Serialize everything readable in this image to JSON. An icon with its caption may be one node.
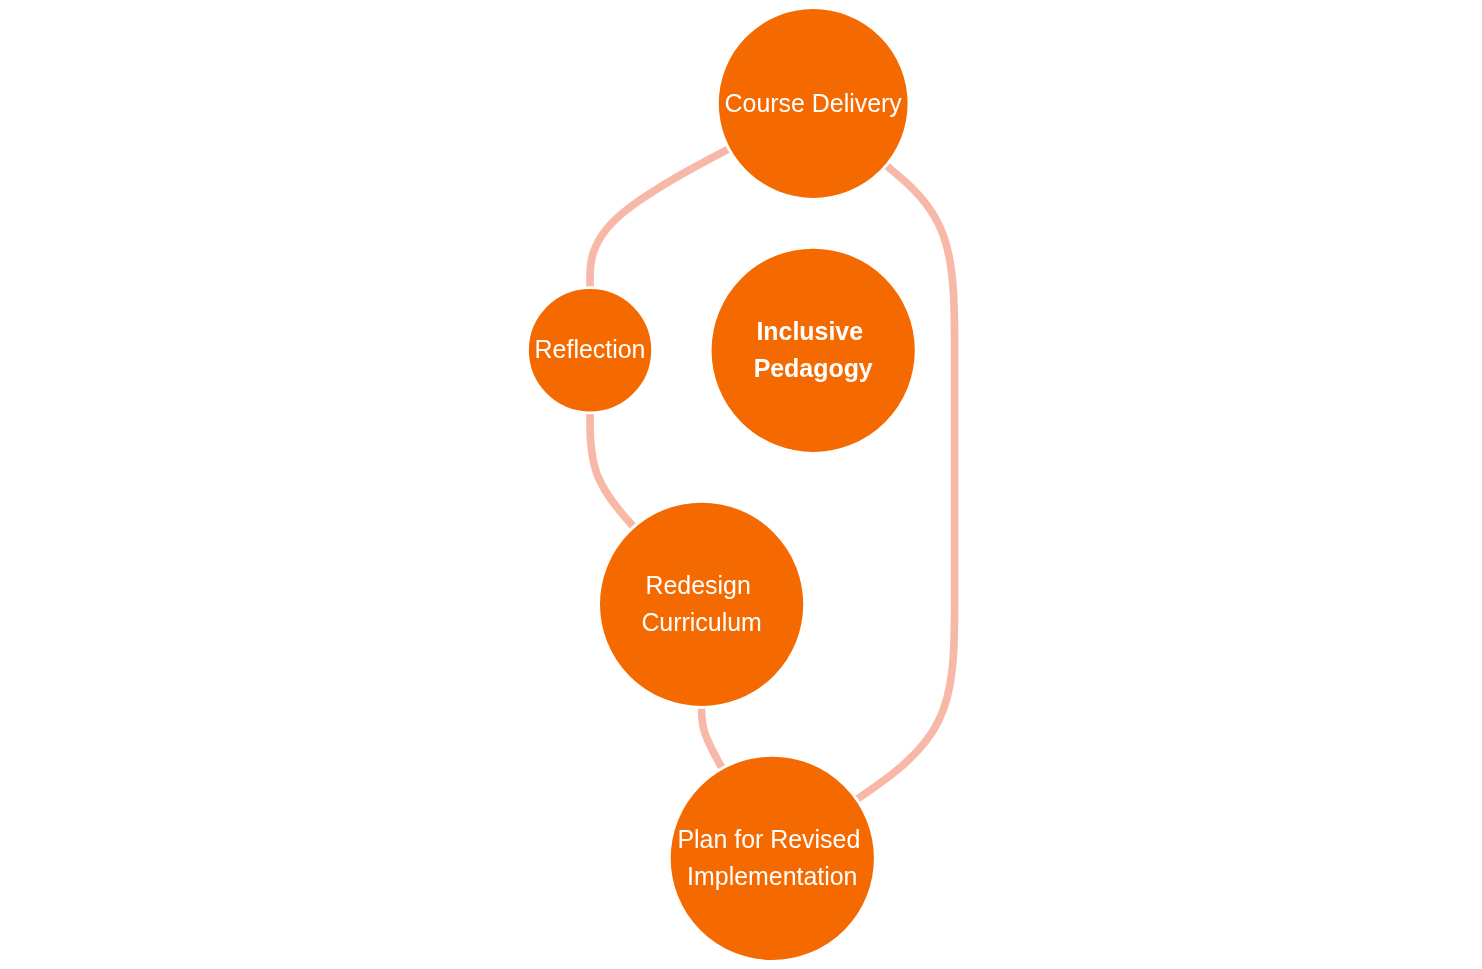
{
  "diagram": {
    "nodes": [
      {
        "text": [
          "Course Delivery"
        ]
      },
      {
        "text": [
          "Plan for Revised Implementation"
        ]
      },
      {
        "text": [
          "Inclusive Pedagogy"
        ]
      },
      {
        "text": [
          "Reflection"
        ]
      },
      {
        "text": [
          "Redesign Curriculum"
        ]
      }
    ],
    "edges": [
      {
        "from": 0,
        "to": 3,
        "arrow": "none",
        "color": "#f8b8a8"
      },
      {
        "from": 3,
        "to": 4,
        "arrow": "none",
        "color": "#f8b8a8"
      },
      {
        "from": 4,
        "to": 1,
        "arrow": "none",
        "color": "#f8b8a8"
      },
      {
        "from": 1,
        "to": 0,
        "arrow": "none",
        "color": "#f8b8a8"
      }
    ]
  }
}
